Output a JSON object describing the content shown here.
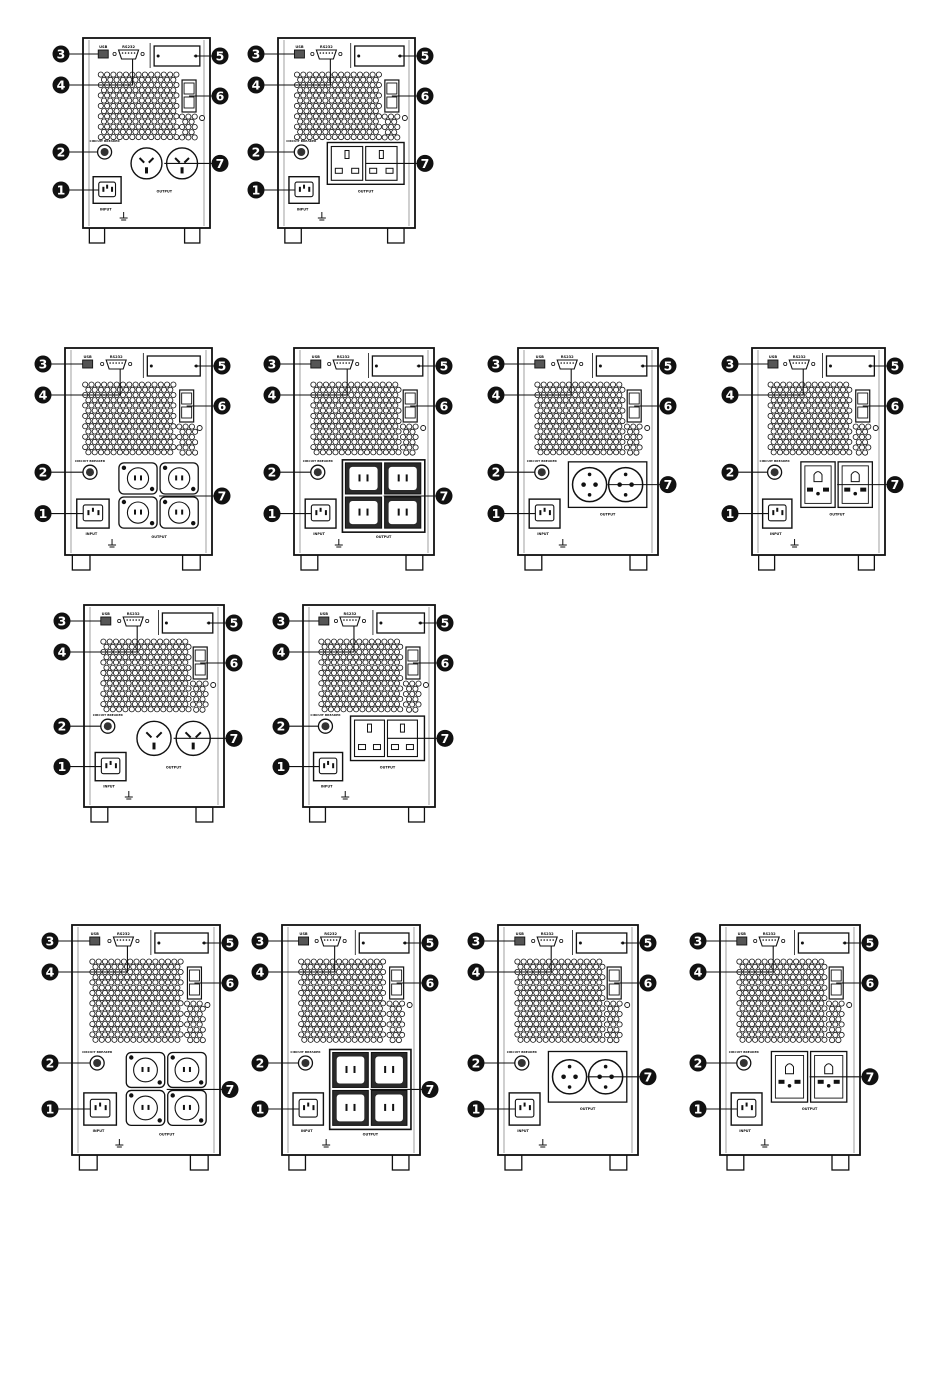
{
  "labels": {
    "usb": "USB",
    "rs232": "RS232",
    "circuit_breaker": "CIRCUIT BREAKER",
    "input": "INPUT",
    "output": "OUTPUT"
  },
  "callouts": [
    "1",
    "2",
    "3",
    "4",
    "5",
    "6",
    "7"
  ],
  "rows": [
    {
      "name": "row-1",
      "units": [
        {
          "outlet": "au",
          "model_size": "small"
        },
        {
          "outlet": "uk",
          "model_size": "small"
        }
      ]
    },
    {
      "name": "row-2",
      "units": [
        {
          "outlet": "nema4",
          "model_size": "medium"
        },
        {
          "outlet": "iec4",
          "model_size": "medium"
        },
        {
          "outlet": "schuko",
          "model_size": "medium"
        },
        {
          "outlet": "universal",
          "model_size": "medium"
        }
      ]
    },
    {
      "name": "row-3",
      "units": [
        {
          "outlet": "au",
          "model_size": "medium"
        },
        {
          "outlet": "uk",
          "model_size": "medium"
        }
      ]
    },
    {
      "name": "row-4",
      "units": [
        {
          "outlet": "nema4",
          "model_size": "large"
        },
        {
          "outlet": "iec4",
          "model_size": "large"
        },
        {
          "outlet": "schuko",
          "model_size": "large"
        },
        {
          "outlet": "universal",
          "model_size": "large"
        }
      ]
    }
  ],
  "colors": {
    "line": "#111111",
    "panel": "#ffffff",
    "callout": "#111111",
    "callout_text": "#ffffff"
  }
}
